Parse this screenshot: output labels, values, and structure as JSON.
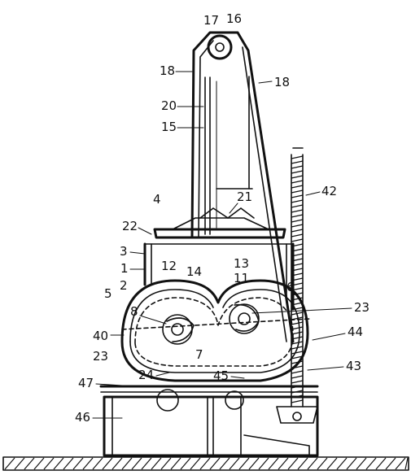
{
  "figure": {
    "labels": {
      "l1": "1",
      "l2": "2",
      "l3": "3",
      "l4": "4",
      "l5": "5",
      "l6": "6",
      "l7": "7",
      "l8": "8",
      "l11": "11",
      "l12": "12",
      "l13": "13",
      "l14": "14",
      "l15": "15",
      "l16": "16",
      "l17": "17",
      "l18a": "18",
      "l18b": "18",
      "l20": "20",
      "l21": "21",
      "l22": "22",
      "l23a": "23",
      "l23b": "23",
      "l24": "24",
      "l40": "40",
      "l42": "42",
      "l43": "43",
      "l44": "44",
      "l45": "45",
      "l46": "46",
      "l47": "47"
    }
  }
}
